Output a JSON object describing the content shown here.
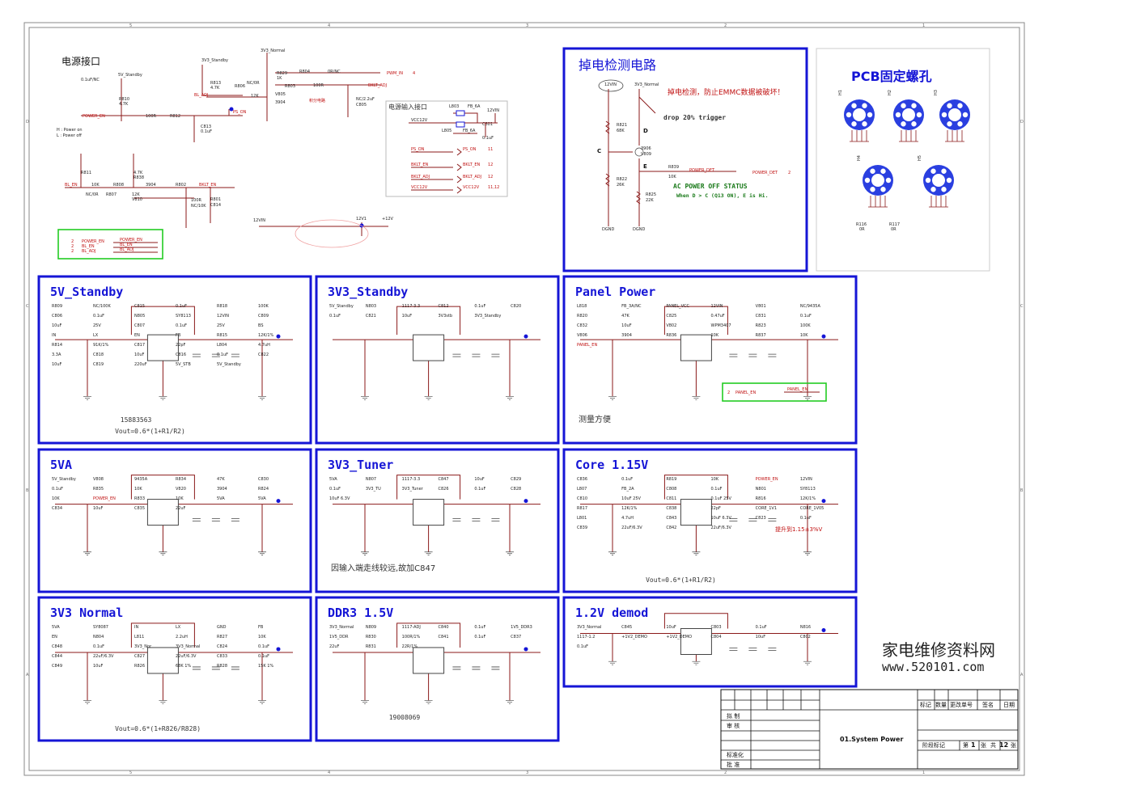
{
  "frame": {
    "grid_top": [
      "5",
      "4",
      "3",
      "2",
      "1"
    ],
    "grid_side": [
      "D",
      "C",
      "B",
      "A"
    ]
  },
  "power_interface": {
    "title": "电源接口",
    "nets": [
      "3V3_Normal",
      "3V3_Standby",
      "5V_Standby",
      "POWER_EN",
      "BL_ADJ",
      "PS_ON",
      "PWM_IN",
      "BKLT_ADJ",
      "BL_EN",
      "BKLT_EN"
    ],
    "parts": [
      "R829",
      "1K",
      "R804",
      "0R/NC",
      "R813",
      "4.7K",
      "R806",
      "NC/0R",
      "12K",
      "V805",
      "3904",
      "R803",
      "100R",
      "C805",
      "NC/2.2uF",
      "R810",
      "4.7K",
      "100R",
      "R812",
      "C813",
      "0.1uF",
      "R811",
      "4.7K",
      "R838",
      "10K",
      "R808",
      "NC/0R",
      "R807",
      "12K",
      "V810",
      "3904",
      "R802",
      "100R",
      "NC/10K",
      "R801",
      "C814",
      "0.1uF/NC"
    ],
    "pins": [
      "4"
    ],
    "note_red": "积分电路",
    "legend": [
      "H : Power on",
      "L : Power off"
    ],
    "input_box": {
      "title": "电源输入接口",
      "parts": [
        "L803",
        "FB_6A",
        "L805",
        "FB_6A",
        "C801",
        "0.1uF",
        "12VIN"
      ],
      "rows": [
        {
          "net": "VCC12V",
          "right": "12VIN"
        },
        {
          "net": "PS_ON",
          "right": "PS_ON",
          "pin": "11"
        },
        {
          "net": "BKLT_EN",
          "right": "BKLT_EN",
          "pin": "12"
        },
        {
          "net": "BKLT_ADJ",
          "right": "BKLT_ADJ",
          "pin": "12"
        },
        {
          "net": "VCC12V",
          "right": "VCC12V",
          "pin": "11,12"
        }
      ]
    },
    "port": {
      "left": "12VIN",
      "mid": "12V1",
      "right": "+12V"
    },
    "green_box": [
      {
        "pin": "2",
        "net": "POWER_EN",
        "label": "POWER_EN"
      },
      {
        "pin": "2",
        "net": "BL_EN",
        "label": "BL_EN"
      },
      {
        "pin": "2",
        "net": "BL_ADJ",
        "label": "BL_ADJ"
      }
    ]
  },
  "power_detect": {
    "title": "掉电检测电路",
    "warning": "掉电检测，防止EMMC数据被破坏！",
    "trigger": "drop 20% trigger",
    "status": "AC POWER OFF STATUS",
    "condition": "When D > C (Q13 ON), E is Hi.",
    "nets": [
      "12VIN",
      "3V3_Normal",
      "POWER_DET",
      "POWER_DET",
      "DGND",
      "DGND"
    ],
    "pin": "2",
    "labels": [
      "C",
      "D",
      "E"
    ],
    "parts": [
      "R821",
      "68K",
      "3906",
      "V809",
      "R822",
      "26K",
      "R839",
      "10K",
      "R825",
      "22K"
    ]
  },
  "pcb_holes": {
    "title": "PCB固定螺孔",
    "holes": [
      "H1",
      "H2",
      "H3",
      "H4",
      "H5"
    ],
    "parts": [
      "R116",
      "0R",
      "R117",
      "0R"
    ]
  },
  "blocks": [
    {
      "id": "5v_standby",
      "title": "5V_Standby",
      "note": "Vout=0.6*(1+R1/R2)",
      "extra": "15883563",
      "parts": [
        "R809",
        "NC/100K",
        "C815",
        "0.1uF",
        "R818",
        "100K",
        "C806",
        "0.1uF",
        "N805",
        "SY8113",
        "12VIN",
        "C809",
        "10uF",
        "25V",
        "C807",
        "0.1uF",
        "25V",
        "BS",
        "IN",
        "LX",
        "EN",
        "FB",
        "R815",
        "12K/1%",
        "R814",
        "91K/1%",
        "C817",
        "22pF",
        "L804",
        "4.7uH",
        "3.3A",
        "C818",
        "10uF",
        "C816",
        "0.1uF",
        "C822",
        "10uF",
        "C819",
        "220uF",
        "5V_STB",
        "5V_Standby"
      ]
    },
    {
      "id": "3v3_standby",
      "title": "3V3_Standby",
      "parts": [
        "5V_Standby",
        "N803",
        "1117-3.3",
        "C812",
        "0.1uF",
        "C820",
        "0.1uF",
        "C821",
        "10uF",
        "3V3stb",
        "3V3_Standby"
      ]
    },
    {
      "id": "panel_power",
      "title": "Panel Power",
      "note_cn": "测量方便",
      "parts": [
        "L818",
        "FB_3A/NC",
        "PANEL_VCC",
        "12VIN",
        "V801",
        "NC/9435A",
        "R820",
        "47K",
        "C825",
        "0.47uF",
        "C831",
        "0.1uF",
        "C832",
        "10uF",
        "V802",
        "WPM3407",
        "R823",
        "100K",
        "V806",
        "3904",
        "R836",
        "10K",
        "R837",
        "10K",
        "PANEL_EN"
      ],
      "green": {
        "pin": "2",
        "net": "PANEL_EN",
        "label": "PANEL_EN"
      }
    },
    {
      "id": "5va",
      "title": "5VA",
      "parts": [
        "5V_Standby",
        "V808",
        "9435A",
        "R834",
        "47K",
        "C830",
        "0.1uF",
        "R835",
        "10K",
        "V820",
        "3904",
        "R824",
        "10K",
        "POWER_EN",
        "R833",
        "10K",
        "5VA",
        "5VA",
        "C834",
        "10uF",
        "C835",
        "22uF"
      ]
    },
    {
      "id": "3v3_tuner",
      "title": "3V3_Tuner",
      "note_cn": "因输入端走线较远,故加C847",
      "parts": [
        "5VA",
        "N807",
        "1117-3.3",
        "C847",
        "10uF",
        "C829",
        "0.1uF",
        "3V3_TU",
        "3V3_Tuner",
        "C826",
        "0.1uF",
        "C828",
        "10uF 6.3V"
      ]
    },
    {
      "id": "core_115v",
      "title": "Core 1.15V",
      "note": "Vout=0.6*(1+R1/R2)",
      "note_red": "提升到1.15±3%V",
      "parts": [
        "C836",
        "0.1uF",
        "R819",
        "10K",
        "POWER_EN",
        "12VIN",
        "L807",
        "FB_2A",
        "C808",
        "0.1uF",
        "N801",
        "SY8113",
        "C810",
        "10uF 25V",
        "C811",
        "0.1uF 25V",
        "R816",
        "12K/1%",
        "R817",
        "12K/1%",
        "C838",
        "22pF",
        "CORE_1V1",
        "CORE_1V05",
        "L801",
        "4.7uH",
        "C843",
        "10uF 6.3V",
        "C823",
        "0.1uF",
        "C839",
        "22uF/6.3V",
        "C842",
        "22uF/6.3V"
      ]
    },
    {
      "id": "3v3_normal",
      "title": "3V3 Normal",
      "note": "Vout=0.6*(1+R826/R828)",
      "parts": [
        "5VA",
        "SY8087",
        "IN",
        "LX",
        "GND",
        "FB",
        "EN",
        "N804",
        "L811",
        "2.2uH",
        "R827",
        "10K",
        "C848",
        "0.1uF",
        "3V3_Nor",
        "3V3_Normal",
        "C824",
        "0.1uF",
        "C844",
        "22uF/6.3V",
        "C827",
        "22uF/6.3V",
        "C833",
        "0.1uF",
        "C849",
        "10uF",
        "R826",
        "68K 1%",
        "R828",
        "15K 1%"
      ]
    },
    {
      "id": "ddr3_15v",
      "title": "DDR3 1.5V",
      "extra": "19008069",
      "parts": [
        "3V3_Normal",
        "N809",
        "1117-ADJ",
        "C840",
        "0.1uF",
        "1V5_DDR3",
        "1V5_DDR",
        "R830",
        "100R/1%",
        "C841",
        "0.1uF",
        "C837",
        "22uF",
        "R831",
        "22R/1%"
      ]
    },
    {
      "id": "1v2_demod",
      "title": "1.2V demod",
      "parts": [
        "3V3_Normal",
        "C845",
        "10uF",
        "C803",
        "0.1uF",
        "N816",
        "1117-1.2",
        "+1V2_DEMO",
        "+1V2_DEMO",
        "C804",
        "10uF",
        "C802",
        "0.1uF"
      ]
    }
  ],
  "watermark": {
    "line1": "家电维修资料网",
    "line2": "www.520101.com"
  },
  "title_block": {
    "header": [
      "标记",
      "数量",
      "更改单号",
      "签名",
      "日期"
    ],
    "roles": [
      "拟 制",
      "审 核",
      "标准化",
      "批 准"
    ],
    "sheet_title": "01.System Power",
    "stage": "阶段标记",
    "page_prefix": "第",
    "page": "1",
    "page_mid": "张",
    "total_prefix": "共",
    "total": "12",
    "total_suffix": "张"
  },
  "colors": {
    "block_border": "#1515d6",
    "wire": "#8b1a1a",
    "green_box": "#22cc22",
    "red_text": "#c01010"
  }
}
